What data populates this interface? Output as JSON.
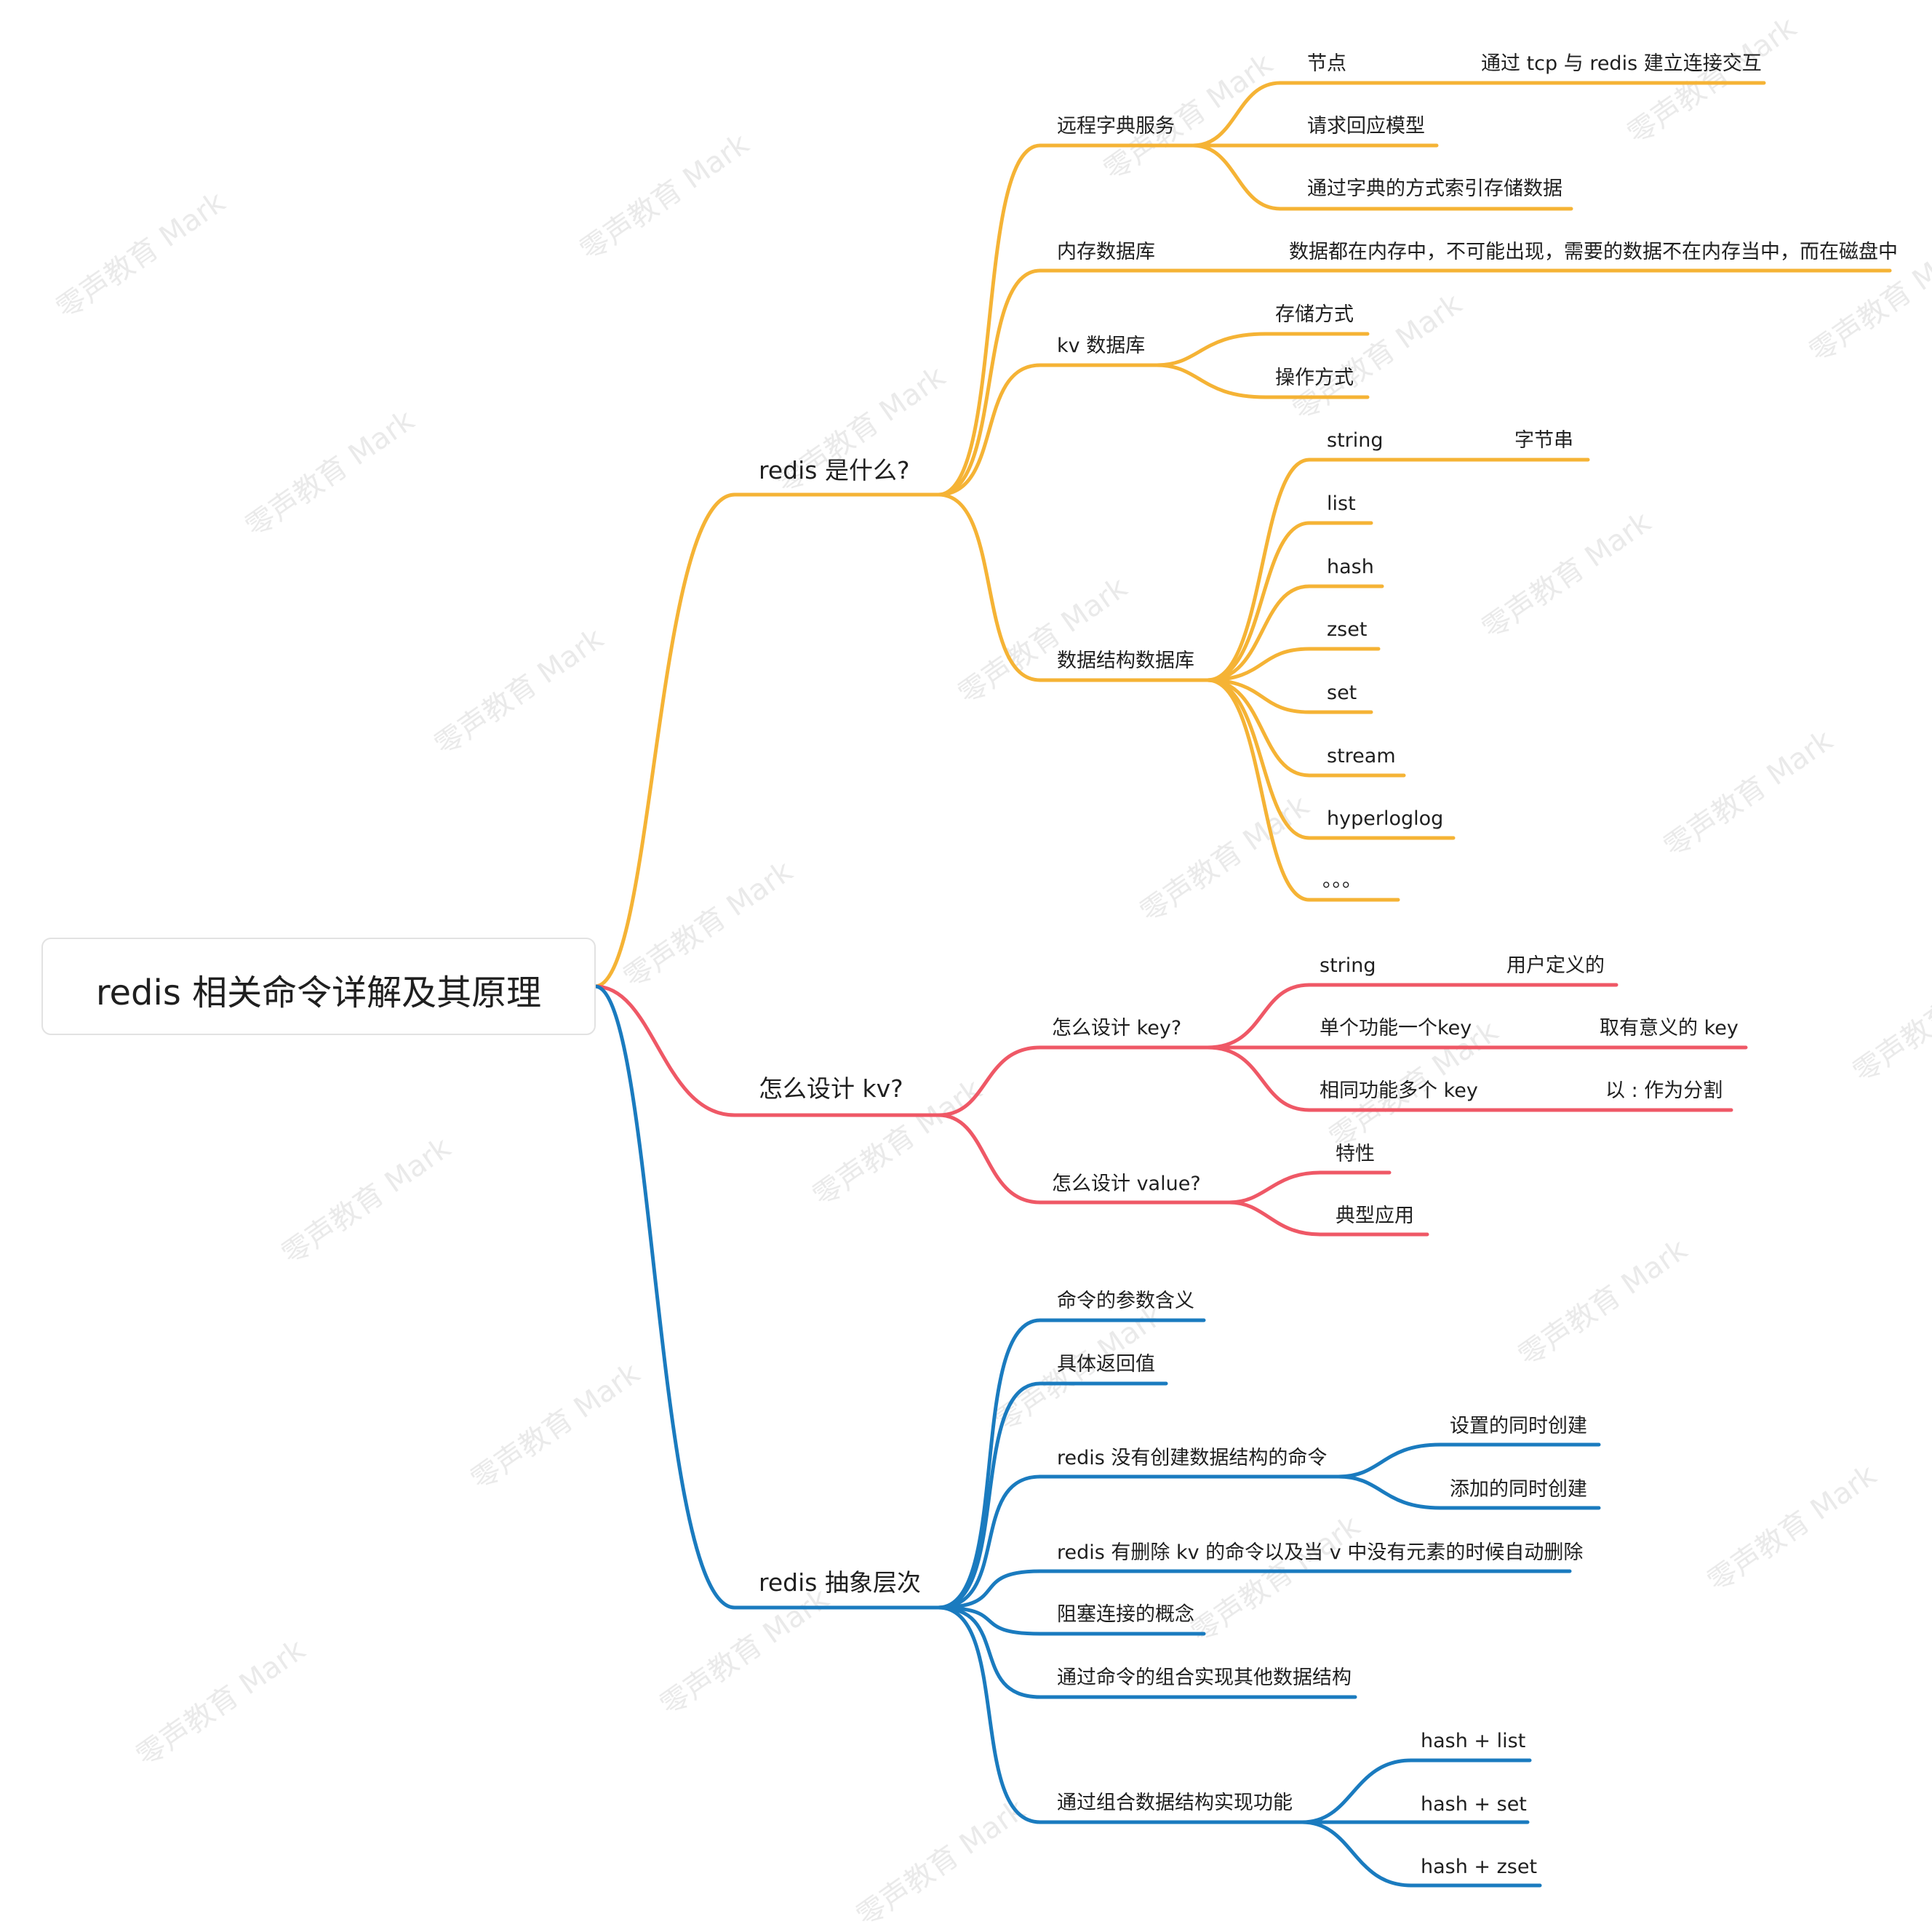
{
  "root": {
    "label": "redis 相关命令详解及其原理"
  },
  "watermark": "零声教育 Mark",
  "colors": {
    "orange": "#f5b335",
    "red": "#ef5866",
    "blue": "#1a7bbf",
    "text": "#1f1f1f"
  },
  "branches": {
    "what": {
      "label": "redis 是什么?",
      "remote": {
        "label": "远程字典服务",
        "node": "节点",
        "node_detail": "通过 tcp 与 redis 建立连接交互",
        "req": "请求回应模型",
        "dict": "通过字典的方式索引存储数据"
      },
      "memdb": {
        "label": "内存数据库",
        "detail": "数据都在内存中，不可能出现，需要的数据不在内存当中，而在磁盘中"
      },
      "kvdb": {
        "label": "kv 数据库",
        "storage": "存储方式",
        "operation": "操作方式"
      },
      "structdb": {
        "label": "数据结构数据库",
        "items": [
          "string",
          "list",
          "hash",
          "zset",
          "set",
          "stream",
          "hyperloglog",
          "。。。"
        ],
        "string_detail": "字节串"
      }
    },
    "design": {
      "label": "怎么设计 kv?",
      "key": {
        "label": "怎么设计 key?",
        "string": "string",
        "string_detail": "用户定义的",
        "single": "单个功能一个key",
        "single_detail": "取有意义的 key",
        "multi": "相同功能多个 key",
        "multi_detail": "以 : 作为分割"
      },
      "value": {
        "label": "怎么设计 value?",
        "feature": "特性",
        "typical": "典型应用"
      }
    },
    "abstract": {
      "label": "redis 抽象层次",
      "params": "命令的参数含义",
      "returns": "具体返回值",
      "nocreate": {
        "label": "redis 没有创建数据结构的命令",
        "set": "设置的同时创建",
        "add": "添加的同时创建"
      },
      "delete": "redis 有删除 kv 的命令以及当 v 中没有元素的时候自动删除",
      "blocking": "阻塞连接的概念",
      "compose": "通过命令的组合实现其他数据结构",
      "combine": {
        "label": "通过组合数据结构实现功能",
        "items": [
          "hash + list",
          "hash + set",
          "hash + zset"
        ]
      }
    }
  }
}
